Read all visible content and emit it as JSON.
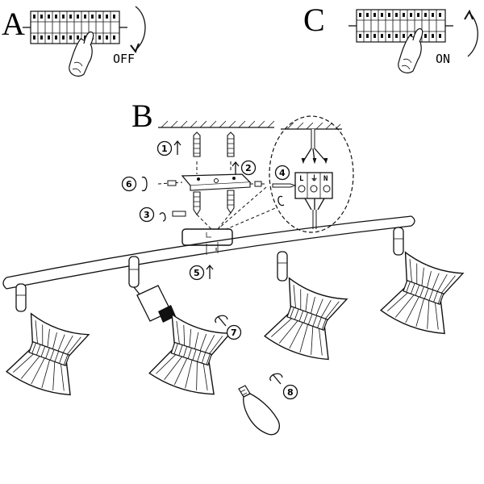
{
  "panels": {
    "a": {
      "letter": "A",
      "state": "OFF"
    },
    "b": {
      "letter": "B"
    },
    "c": {
      "letter": "C",
      "state": "ON"
    }
  },
  "terminals": {
    "live": "L",
    "earth": "⏚",
    "neutral": "N"
  },
  "steps": [
    {
      "number": "1"
    },
    {
      "number": "2"
    },
    {
      "number": "3"
    },
    {
      "number": "4"
    },
    {
      "number": "5"
    },
    {
      "number": "6"
    },
    {
      "number": "7"
    },
    {
      "number": "8"
    }
  ]
}
